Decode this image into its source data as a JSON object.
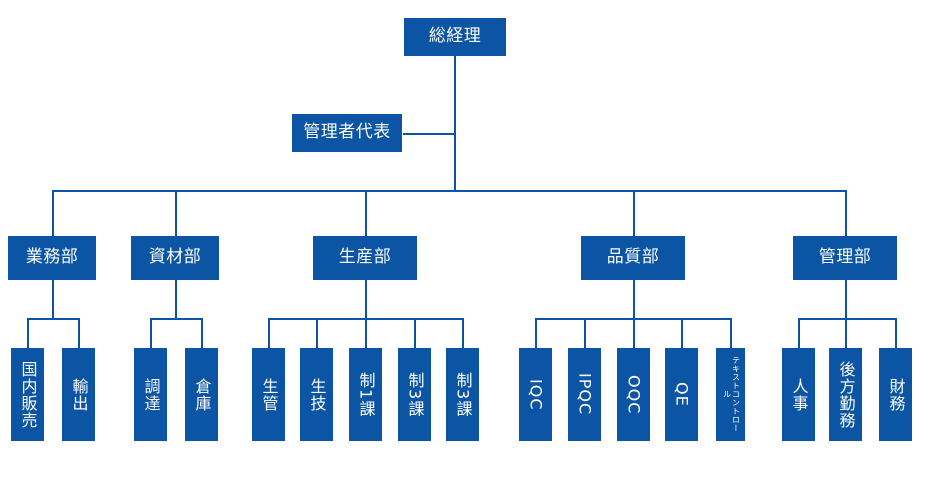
{
  "chart_data": {
    "type": "diagram",
    "title": "",
    "subtype": "organization-chart",
    "orientation": "top-down",
    "colors": {
      "node_fill": "#0b55a4",
      "node_text": "#ffffff",
      "connector": "#0b55a4",
      "background": "#ffffff"
    },
    "levels": [
      {
        "level": 1,
        "nodes": [
          "top"
        ]
      },
      {
        "level": 2,
        "nodes": [
          "mgmt_rep"
        ]
      },
      {
        "level": 3,
        "nodes": [
          "dept_gyomu",
          "dept_shizai",
          "dept_seisan",
          "dept_hinshitsu",
          "dept_kanri"
        ]
      },
      {
        "level": 4,
        "nodes": [
          "leaf_kokunai",
          "leaf_yushutsu",
          "leaf_chotatsu",
          "leaf_souko",
          "leaf_seikan",
          "leaf_seigi",
          "leaf_sei1",
          "leaf_sei3a",
          "leaf_sei3b",
          "leaf_iqc",
          "leaf_ipqc",
          "leaf_oqc",
          "leaf_qe",
          "leaf_textcontrol",
          "leaf_jinji",
          "leaf_kouhou",
          "leaf_zaimu"
        ]
      }
    ]
  },
  "nodes": {
    "top": {
      "label": "総経理",
      "writing": "horizontal"
    },
    "mgmt_rep": {
      "label": "管理者代表",
      "writing": "horizontal"
    },
    "departments": [
      {
        "id": "gyomu",
        "label": "業務部",
        "writing": "horizontal"
      },
      {
        "id": "shizai",
        "label": "資材部",
        "writing": "horizontal"
      },
      {
        "id": "seisan",
        "label": "生産部",
        "writing": "horizontal"
      },
      {
        "id": "hinshitsu",
        "label": "品質部",
        "writing": "horizontal"
      },
      {
        "id": "kanri",
        "label": "管理部",
        "writing": "horizontal"
      }
    ],
    "leaves": [
      {
        "id": "kokunai",
        "label": "国内販売",
        "parent": "gyomu",
        "writing": "vertical"
      },
      {
        "id": "yushutsu",
        "label": "輸出",
        "parent": "gyomu",
        "writing": "vertical"
      },
      {
        "id": "chotatsu",
        "label": "調達",
        "parent": "shizai",
        "writing": "vertical"
      },
      {
        "id": "souko",
        "label": "倉庫",
        "parent": "shizai",
        "writing": "vertical"
      },
      {
        "id": "seikan",
        "label": "生管",
        "parent": "seisan",
        "writing": "vertical"
      },
      {
        "id": "seigi",
        "label": "生技",
        "parent": "seisan",
        "writing": "vertical"
      },
      {
        "id": "sei1",
        "label": "制1課",
        "parent": "seisan",
        "writing": "vertical"
      },
      {
        "id": "sei3a",
        "label": "制3課",
        "parent": "seisan",
        "writing": "vertical"
      },
      {
        "id": "sei3b",
        "label": "制3課",
        "parent": "seisan",
        "writing": "vertical"
      },
      {
        "id": "iqc",
        "label": "IQC",
        "parent": "hinshitsu",
        "writing": "vertical-latin"
      },
      {
        "id": "ipqc",
        "label": "IPQC",
        "parent": "hinshitsu",
        "writing": "vertical-latin"
      },
      {
        "id": "oqc",
        "label": "OQC",
        "parent": "hinshitsu",
        "writing": "vertical-latin"
      },
      {
        "id": "qe",
        "label": "QE",
        "parent": "hinshitsu",
        "writing": "vertical-latin"
      },
      {
        "id": "textcontrol",
        "label": "テキストコントロール",
        "parent": "hinshitsu",
        "writing": "vertical-small"
      },
      {
        "id": "jinji",
        "label": "人事",
        "parent": "kanri",
        "writing": "vertical"
      },
      {
        "id": "kouhou",
        "label": "後方勤務",
        "parent": "kanri",
        "writing": "vertical"
      },
      {
        "id": "zaimu",
        "label": "財務",
        "parent": "kanri",
        "writing": "vertical"
      }
    ]
  }
}
